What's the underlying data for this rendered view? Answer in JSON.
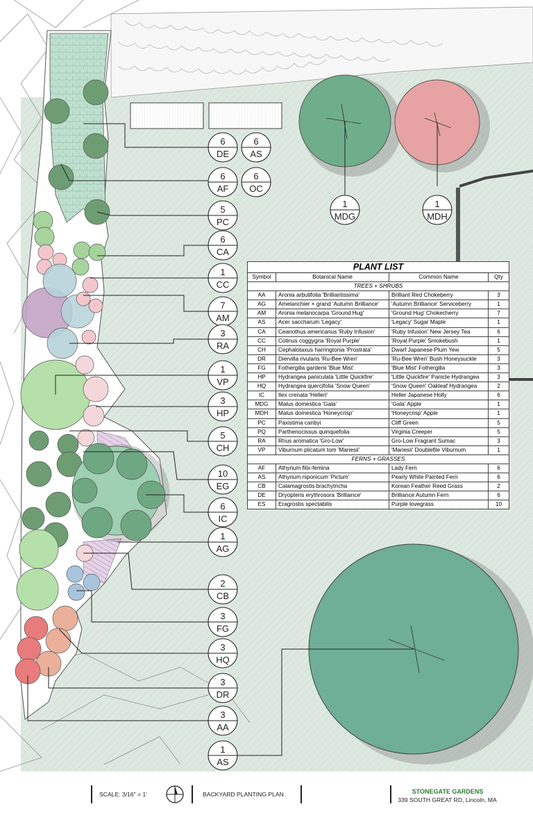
{
  "plant_list": {
    "title": "PLANT LIST",
    "headers": [
      "Symbol",
      "Botanical Name",
      "Common Name",
      "Qty"
    ],
    "sections": [
      {
        "name": "TREES + SHRUBS",
        "rows": [
          [
            "AA",
            "Aronia arbutifolia 'Brilliantissima'",
            "Brilliant Red Chokeberry",
            "3"
          ],
          [
            "AG",
            "Amelanchier × grand 'Autumn Brilliance'",
            " 'Autumn Brilliance' Serviceberry",
            "1"
          ],
          [
            "AM",
            "Aronia melanocarpa 'Ground Hug'",
            "'Ground Hug' Chokecherry",
            "7"
          ],
          [
            "AS",
            "Acer saccharum 'Legacy'",
            "'Legacy' Sugar Maple",
            "1"
          ],
          [
            "CA",
            "Ceanothus americanus 'Ruby Infusion'",
            "'Ruby Infusion' New Jersey Tea",
            "6"
          ],
          [
            "CC",
            "Cotinus coggygria 'Royal Purple'",
            " 'Royal Purple' Smokebush",
            "1"
          ],
          [
            "CH",
            "Cephalotaxus harringtonia 'Prostrata'",
            "Dwarf Japanese Plum Yew",
            "5"
          ],
          [
            "DR",
            "Diervilla rivularis 'Ru-Bee Wren'",
            "'Ru-Bee Wren' Bush Honeysuckle",
            "3"
          ],
          [
            "FG",
            "Fothergilla gardenii 'Blue Mist'",
            "'Blue Mist' Fothergilla",
            "3"
          ],
          [
            "HP",
            "Hydrangea paniculata 'Little Quickfire'",
            "'Little Quickfire' Panicle Hydrangea",
            "3"
          ],
          [
            "HQ",
            "Hydrangea quercifolia 'Snow Queen'",
            "'Snow Queen' Oakleaf Hydrangea",
            "2"
          ],
          [
            "IC",
            "Ilex crenata 'Helleri'",
            "Heller Japanese Holly",
            "6"
          ],
          [
            "MDG",
            "Malus domestica 'Gala'",
            "'Gala' Apple",
            "1"
          ],
          [
            "MDH",
            "Malus domestica 'Honeycrisp'",
            "'Honeycrisp' Apple",
            "1"
          ],
          [
            "PC",
            "Paxistima canbyi",
            "Cliff Green",
            "5"
          ],
          [
            "PQ",
            "Parthenocissus quinquefolia",
            "Virginia Creeper",
            "5"
          ],
          [
            "RA",
            "Rhus aromatica 'Gro-Low'",
            "Gro-Low Fragrant Sumac",
            "3"
          ],
          [
            "VP",
            "Viburnum plicatum tom 'Mariesii'",
            "'Mariesii' Doublefile Viburnum",
            "1"
          ]
        ]
      },
      {
        "name": "FERNS + GRASSES",
        "rows": [
          [
            "AF",
            "Athyrium filix-femina",
            "Lady Fern",
            "6"
          ],
          [
            "AS",
            "Athyrium niponicum 'Pictum'",
            "Pearly White Painted Fern",
            "6"
          ],
          [
            "CB",
            "Calamagrostis brachytricha",
            "Korean Feather Reed Grass",
            "2"
          ],
          [
            "DE",
            "Dryopteris erythrosora 'Brillaince'",
            "Brilliance Autumn Fern",
            "6"
          ],
          [
            "ES",
            "Eragrostis spectabilis",
            "Purple lovegrass",
            "10"
          ]
        ]
      }
    ]
  },
  "callouts": [
    {
      "qty": "6",
      "code": "DE"
    },
    {
      "qty": "6",
      "code": "AS"
    },
    {
      "qty": "6",
      "code": "AF"
    },
    {
      "qty": "6",
      "code": "OC"
    },
    {
      "qty": "5",
      "code": "PC"
    },
    {
      "qty": "6",
      "code": "CA"
    },
    {
      "qty": "1",
      "code": "CC"
    },
    {
      "qty": "7",
      "code": "AM"
    },
    {
      "qty": "3",
      "code": "RA"
    },
    {
      "qty": "1",
      "code": "VP"
    },
    {
      "qty": "3",
      "code": "HP"
    },
    {
      "qty": "5",
      "code": "CH"
    },
    {
      "qty": "10",
      "code": "EG"
    },
    {
      "qty": "6",
      "code": "IC"
    },
    {
      "qty": "1",
      "code": "AG"
    },
    {
      "qty": "2",
      "code": "CB"
    },
    {
      "qty": "3",
      "code": "FG"
    },
    {
      "qty": "3",
      "code": "HQ"
    },
    {
      "qty": "3",
      "code": "DR"
    },
    {
      "qty": "3",
      "code": "AA"
    },
    {
      "qty": "1",
      "code": "AS"
    },
    {
      "qty": "1",
      "code": "MDG"
    },
    {
      "qty": "1",
      "code": "MDH"
    }
  ],
  "title_block": {
    "scale": "SCALE: 3/16\" = 1'",
    "plan_name": "BACKYARD PLANTING PLAN",
    "company": "STONEGATE GARDENS",
    "address": "339 SOUTH GREAT RD, Lincoln, MA"
  },
  "colors": {
    "lawn": "#dde9e0",
    "company": "#2e7d32",
    "tree_teal": "#6fae97",
    "tree_pink": "#e7a3a3",
    "shrub_green": "#4e8a62"
  }
}
